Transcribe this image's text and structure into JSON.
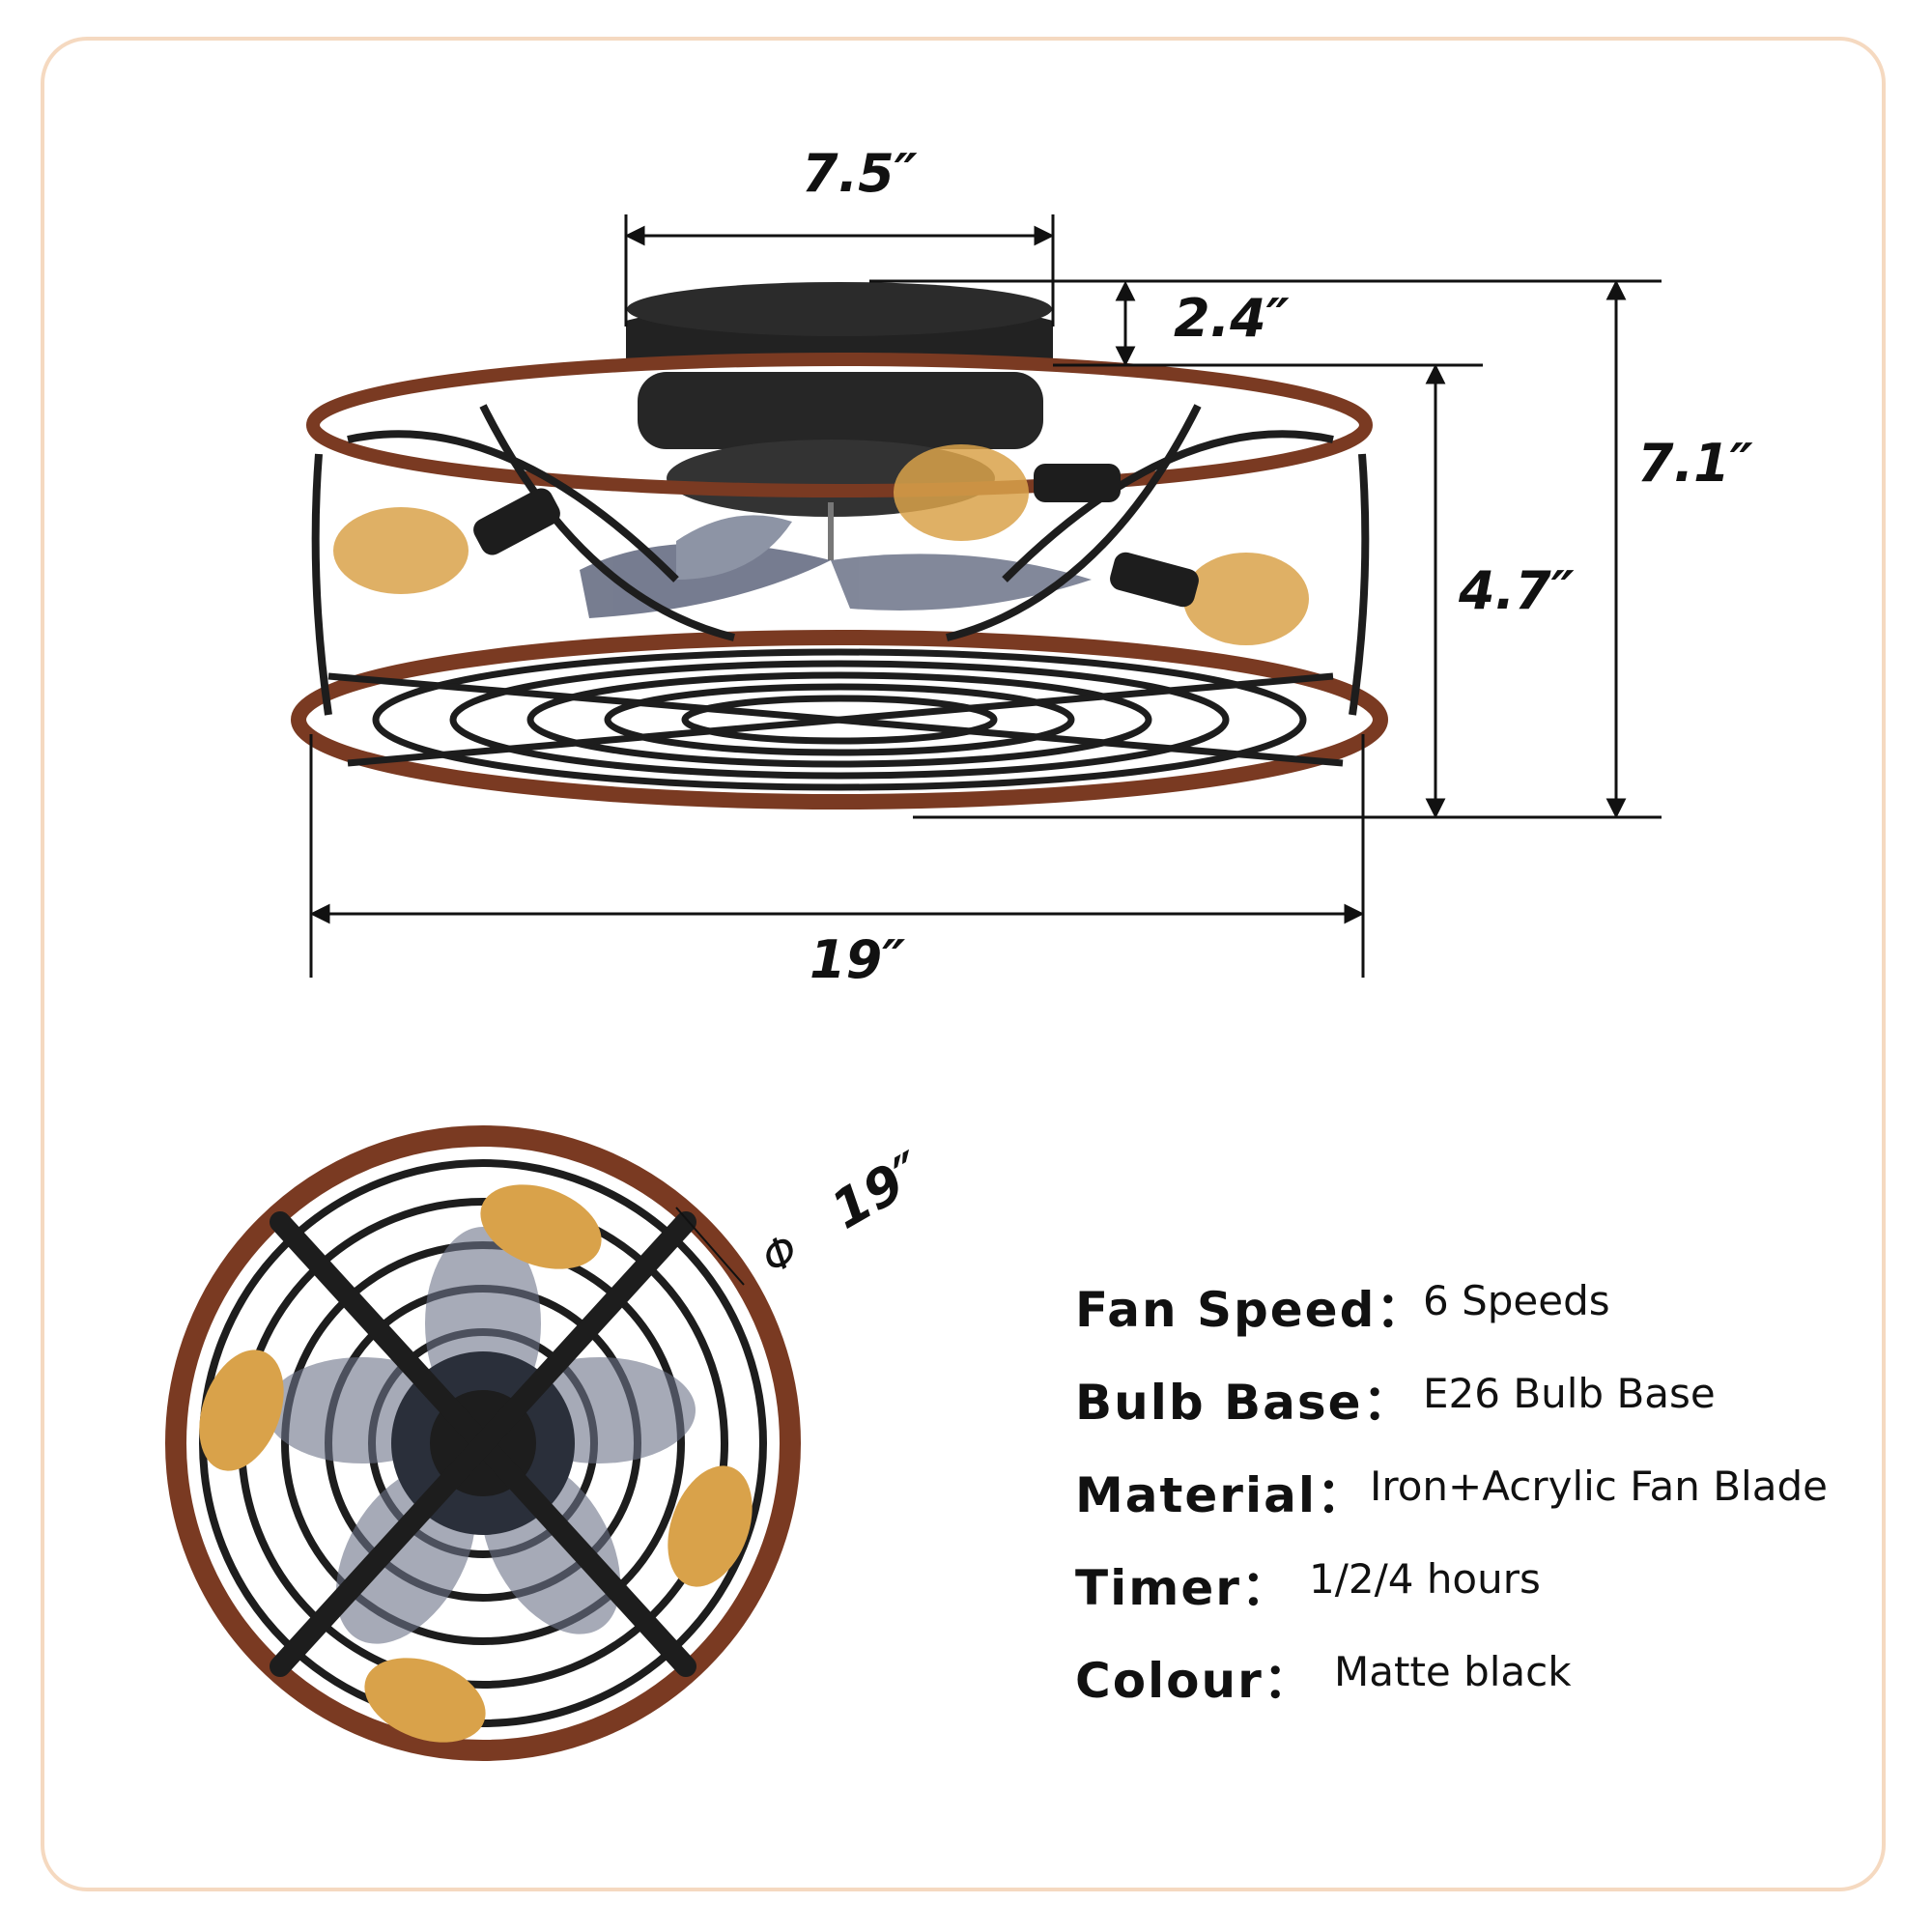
{
  "dimensions": {
    "top_width": "7.5″",
    "canopy_height": "2.4″",
    "body_height": "4.7″",
    "total_height": "7.1″",
    "width": "19″",
    "diameter": "19″"
  },
  "specs": [
    {
      "key": "Fan Speed：",
      "value": "6 Speeds"
    },
    {
      "key": "Bulb Base：",
      "value": "E26 Bulb Base"
    },
    {
      "key": "Material：",
      "value": "Iron+Acrylic Fan Blade"
    },
    {
      "key": "Timer：",
      "value": "1/2/4 hours"
    },
    {
      "key": "Colour：",
      "value": "Matte black"
    }
  ],
  "colors": {
    "frame_border": "#f5d9c0",
    "wood_ring": "#7a3a22",
    "iron": "#1d1d1d",
    "bulb": "#d9a24a",
    "blade": "#6c7388"
  }
}
